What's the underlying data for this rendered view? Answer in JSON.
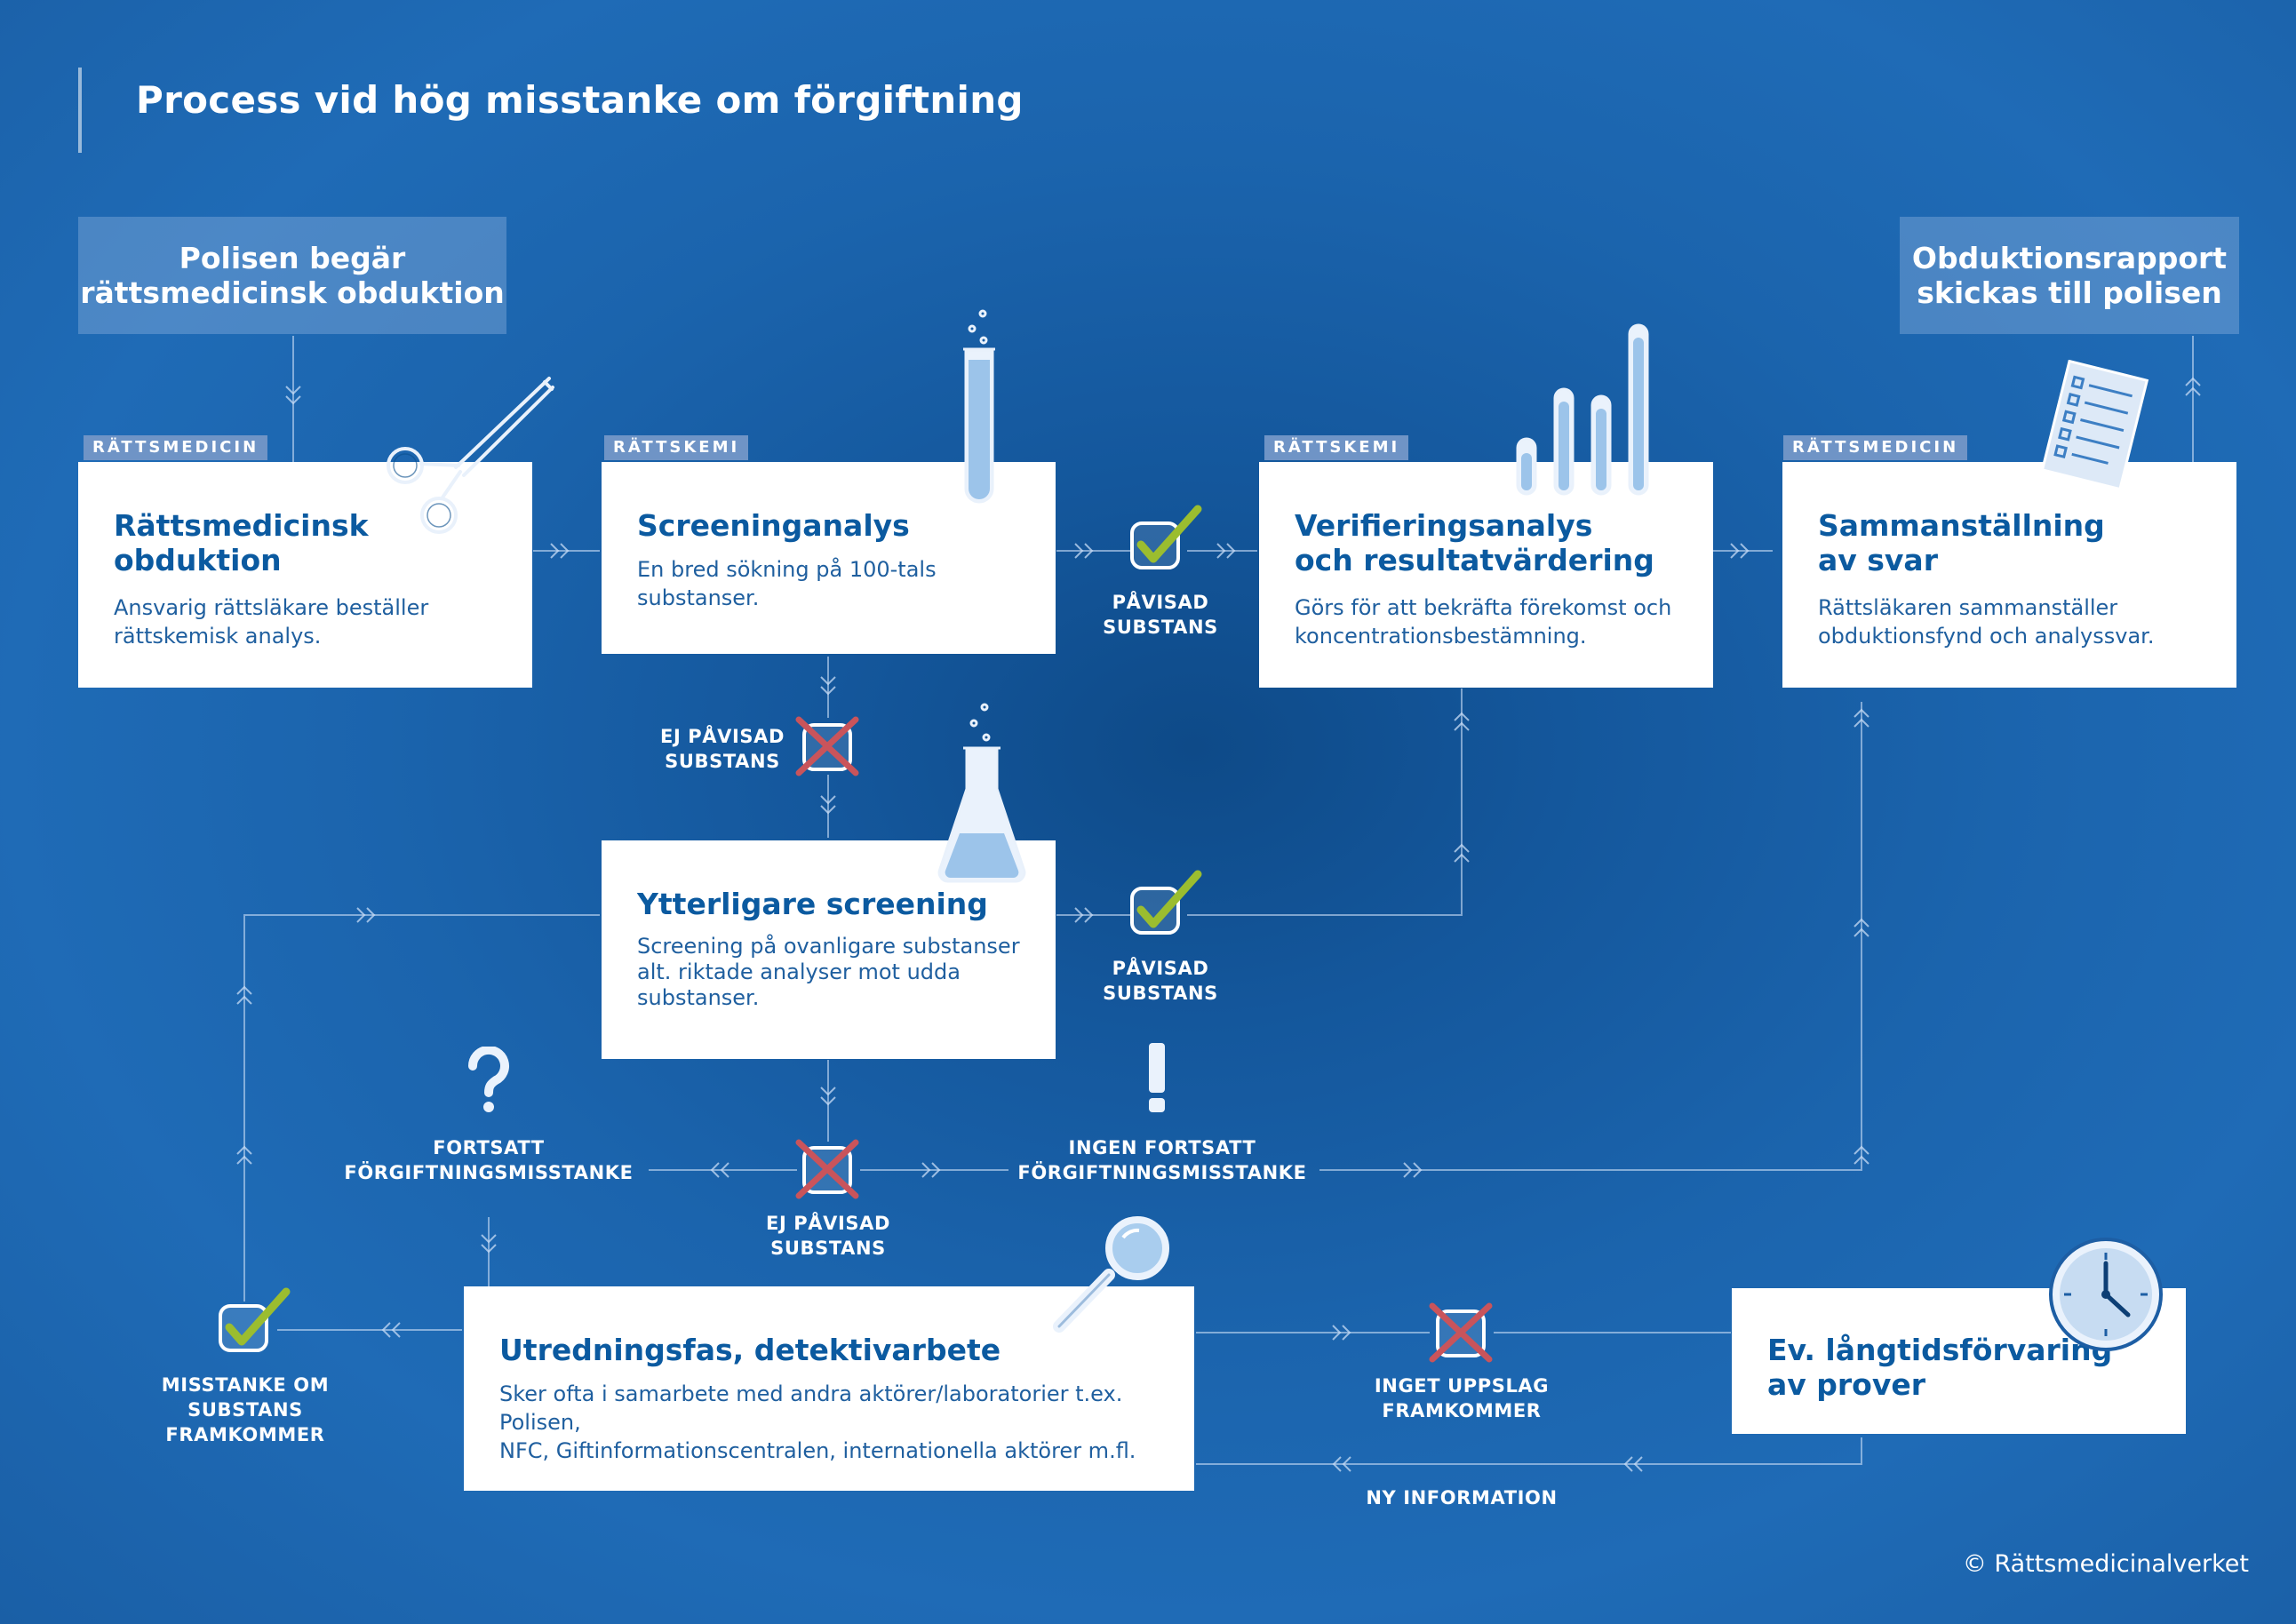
{
  "title": "Process vid hög misstanke om förgiftning",
  "top_boxes": {
    "start": [
      "Polisen begär",
      "rättsmedicinsk obduktion"
    ],
    "end": [
      "Obduktionsrapport",
      "skickas till polisen"
    ]
  },
  "cards": {
    "obduktion": {
      "tag": "RÄTTSMEDICIN",
      "title": [
        "Rättsmedicinsk",
        "obduktion"
      ],
      "desc": [
        "Ansvarig rättsläkare beställer",
        "rättskemisk analys."
      ]
    },
    "screening": {
      "tag": "RÄTTSKEMI",
      "title": [
        "Screeninganalys"
      ],
      "desc": [
        "En bred sökning på 100-tals",
        "substanser."
      ]
    },
    "verifiering": {
      "tag": "RÄTTSKEMI",
      "title": [
        "Verifieringsanalys",
        "och resultatvärdering"
      ],
      "desc": [
        "Görs för att bekräfta förekomst och",
        "koncentrationsbestämning."
      ]
    },
    "sammanstallning": {
      "tag": "RÄTTSMEDICIN",
      "title": [
        "Sammanställning",
        "av svar"
      ],
      "desc": [
        "Rättsläkaren sammanställer",
        "obduktionsfynd och analyssvar."
      ]
    },
    "ytterligare": {
      "title": [
        "Ytterligare screening"
      ],
      "desc": [
        "Screening på ovanligare substanser",
        "alt. riktade analyser mot udda",
        "substanser."
      ]
    },
    "utredning": {
      "title": [
        "Utredningsfas, detektivarbete"
      ],
      "desc": [
        "Sker ofta i samarbete med andra aktörer/laboratorier t.ex. Polisen,",
        "NFC, Giftinformationscentralen, internationella aktörer m.fl."
      ]
    },
    "langtid": {
      "title": [
        "Ev. långtidsförvaring",
        "av prover"
      ]
    }
  },
  "labels": {
    "pavisad_1": [
      "PÅVISAD",
      "SUBSTANS"
    ],
    "ej_pavisad_1": [
      "EJ PÅVISAD",
      "SUBSTANS"
    ],
    "pavisad_2": [
      "PÅVISAD",
      "SUBSTANS"
    ],
    "fortsatt": [
      "FORTSATT",
      "FÖRGIFTNINGSMISSTANKE"
    ],
    "ingen_fortsatt": [
      "INGEN FORTSATT",
      "FÖRGIFTNINGSMISSTANKE"
    ],
    "ej_pavisad_2": [
      "EJ PÅVISAD",
      "SUBSTANS"
    ],
    "misstanke": [
      "MISSTANKE OM",
      "SUBSTANS",
      "FRAMKOMMER"
    ],
    "inget_uppslag": [
      "INGET UPPSLAG",
      "FRAMKOMMER"
    ],
    "ny_information": [
      "NY INFORMATION"
    ]
  },
  "icons": {
    "obduktion": "surgical-scissors-icon",
    "screening": "test-tube-icon",
    "verifiering": "graduated-tubes-icon",
    "sammanstallning": "checklist-icon",
    "ytterligare": "erlenmeyer-flask-icon",
    "utredning": "magnifier-icon",
    "langtid": "clock-icon",
    "pavisad": "check-icon",
    "ej_pavisad": "cross-icon",
    "fortsatt": "question-icon",
    "ingen_fortsatt": "exclamation-icon"
  },
  "colors": {
    "check": "#9bbd2f",
    "cross": "#c9545b",
    "tag": "#6f94c6",
    "card_title": "#0b5aa0"
  },
  "copyright": "© Rättsmedicinalverket"
}
